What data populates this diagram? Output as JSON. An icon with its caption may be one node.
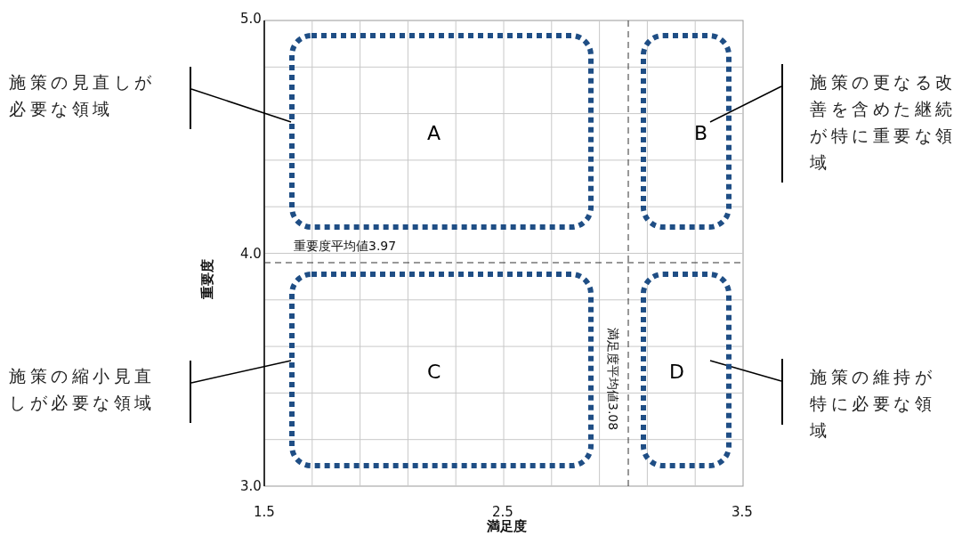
{
  "diagram": {
    "nodes": [
      {
        "text": [
          "施策の見直しが必要な領域"
        ]
      },
      {
        "text": [
          "A"
        ]
      },
      {
        "text": [
          "B"
        ]
      },
      {
        "text": [
          "施策の更なる改善を含めた継続が特に重要な領域"
        ]
      },
      {
        "text": [
          "施策の縮小見直しが必要な領域"
        ]
      },
      {
        "text": [
          "C"
        ]
      },
      {
        "text": [
          "D"
        ]
      },
      {
        "text": [
          "施策の維持が特に必要な領域"
        ]
      }
    ],
    "edges": [
      {
        "from": 0,
        "to": 1,
        "arrow": "none"
      },
      {
        "from": 3,
        "to": 2,
        "arrow": "none"
      },
      {
        "from": 4,
        "to": 5,
        "arrow": "none"
      },
      {
        "from": 7,
        "to": 6,
        "arrow": "none"
      }
    ],
    "labels": [
      "5.0",
      "重要度平均値3.97",
      "4.0",
      "重要度",
      "満足度平均値3.08",
      "3.0",
      "1.5",
      "2.5",
      "3.5",
      "満足度"
    ]
  }
}
